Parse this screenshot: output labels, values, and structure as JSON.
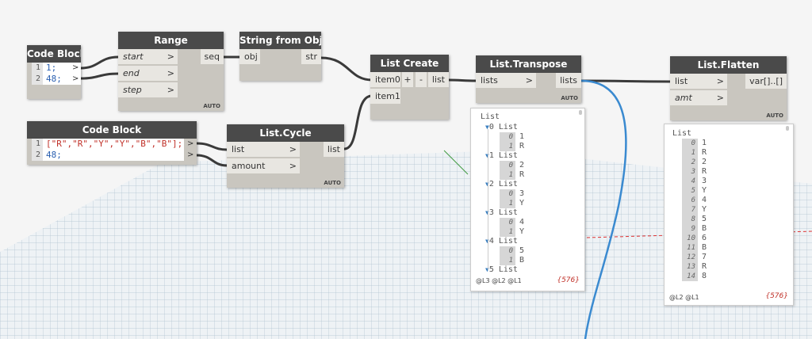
{
  "nodes": {
    "codeblock1": {
      "title": "Code Block",
      "lines": [
        {
          "n": "1",
          "code": "1;"
        },
        {
          "n": "2",
          "code": "48;"
        }
      ],
      "auto": ""
    },
    "range": {
      "title": "Range",
      "inputs": [
        "start",
        "end",
        "step"
      ],
      "output": "seq",
      "auto": "AUTO"
    },
    "string_from_object": {
      "title": "String from Object",
      "input": "obj",
      "output": "str"
    },
    "codeblock2": {
      "title": "Code Block",
      "line1": "[\"R\",\"R\",\"Y\",\"Y\",\"B\",\"B\"];",
      "line2": "48;",
      "n1": "1",
      "n2": "2"
    },
    "list_cycle": {
      "title": "List.Cycle",
      "inputs": [
        "list",
        "amount"
      ],
      "output": "list",
      "auto": "AUTO"
    },
    "list_create": {
      "title": "List Create",
      "inputs": [
        "item0",
        "item1"
      ],
      "plus": "+",
      "minus": "-",
      "output": "list"
    },
    "list_transpose": {
      "title": "List.Transpose",
      "input": "lists",
      "output": "lists",
      "auto": "AUTO"
    },
    "list_flatten": {
      "title": "List.Flatten",
      "inputs": [
        "list",
        "amt"
      ],
      "output": "var[]..[]",
      "auto": "AUTO"
    }
  },
  "arrows": {
    "right": ">"
  },
  "transpose_preview": {
    "header": "List",
    "rows": [
      {
        "type": "group",
        "text": "0 List"
      },
      {
        "type": "item",
        "idx": "0",
        "val": "1"
      },
      {
        "type": "item",
        "idx": "1",
        "val": "R"
      },
      {
        "type": "group",
        "text": "1 List"
      },
      {
        "type": "item",
        "idx": "0",
        "val": "2"
      },
      {
        "type": "item",
        "idx": "1",
        "val": "R"
      },
      {
        "type": "group",
        "text": "2 List"
      },
      {
        "type": "item",
        "idx": "0",
        "val": "3"
      },
      {
        "type": "item",
        "idx": "1",
        "val": "Y"
      },
      {
        "type": "group",
        "text": "3 List"
      },
      {
        "type": "item",
        "idx": "0",
        "val": "4"
      },
      {
        "type": "item",
        "idx": "1",
        "val": "Y"
      },
      {
        "type": "group",
        "text": "4 List"
      },
      {
        "type": "item",
        "idx": "0",
        "val": "5"
      },
      {
        "type": "item",
        "idx": "1",
        "val": "B"
      },
      {
        "type": "group",
        "text": "5 List"
      }
    ],
    "levels": "@L3 @L2 @L1",
    "count": "{576}"
  },
  "flatten_preview": {
    "header": "List",
    "rows": [
      {
        "idx": "0",
        "val": "1"
      },
      {
        "idx": "1",
        "val": "R"
      },
      {
        "idx": "2",
        "val": "2"
      },
      {
        "idx": "3",
        "val": "R"
      },
      {
        "idx": "4",
        "val": "3"
      },
      {
        "idx": "5",
        "val": "Y"
      },
      {
        "idx": "6",
        "val": "4"
      },
      {
        "idx": "7",
        "val": "Y"
      },
      {
        "idx": "8",
        "val": "5"
      },
      {
        "idx": "9",
        "val": "B"
      },
      {
        "idx": "10",
        "val": "6"
      },
      {
        "idx": "11",
        "val": "B"
      },
      {
        "idx": "12",
        "val": "7"
      },
      {
        "idx": "13",
        "val": "R"
      },
      {
        "idx": "14",
        "val": "8"
      }
    ],
    "levels": "@L2 @L1",
    "count": "{576}"
  },
  "colors": {
    "wire": "#3a3a3a",
    "selected_wire": "#3a8ad0",
    "node_header": "#4a4a4a",
    "node_body": "#c9c6bf"
  }
}
